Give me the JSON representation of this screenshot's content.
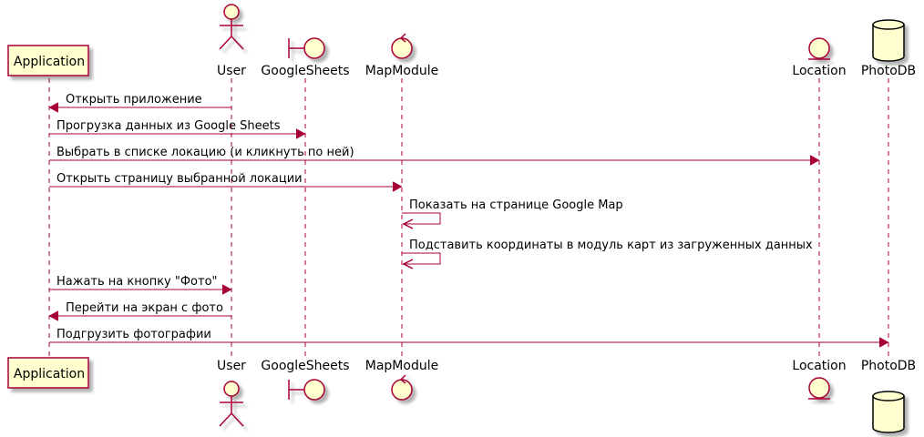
{
  "diagram": {
    "type": "sequence",
    "colors": {
      "stroke": "#A80036",
      "fill": "#FEFECE",
      "db_stroke": "#000000"
    },
    "participants": [
      {
        "id": "app",
        "label": "Application",
        "kind": "participant"
      },
      {
        "id": "user",
        "label": "User",
        "kind": "actor"
      },
      {
        "id": "gs",
        "label": "GoogleSheets",
        "kind": "boundary"
      },
      {
        "id": "map",
        "label": "MapModule",
        "kind": "control"
      },
      {
        "id": "loc",
        "label": "Location",
        "kind": "entity"
      },
      {
        "id": "db",
        "label": "PhotoDB",
        "kind": "database"
      }
    ],
    "messages": [
      {
        "from": "user",
        "to": "app",
        "text": "Открыть приложение"
      },
      {
        "from": "app",
        "to": "gs",
        "text": "Прогрузка данных из Google Sheets"
      },
      {
        "from": "app",
        "to": "loc",
        "text": "Выбрать в списке локацию (и кликнуть по ней)"
      },
      {
        "from": "app",
        "to": "map",
        "text": "Открыть страницу выбранной локации"
      },
      {
        "from": "map",
        "to": "map",
        "text": "Показать на странице Google Map"
      },
      {
        "from": "map",
        "to": "map",
        "text": "Подставить координаты в модуль карт из загруженных данных"
      },
      {
        "from": "app",
        "to": "user",
        "text": "Нажать на кнопку \"Фото\""
      },
      {
        "from": "user",
        "to": "app",
        "text": "Перейти на экран с фото"
      },
      {
        "from": "app",
        "to": "db",
        "text": "Подгрузить фотографии"
      }
    ]
  }
}
